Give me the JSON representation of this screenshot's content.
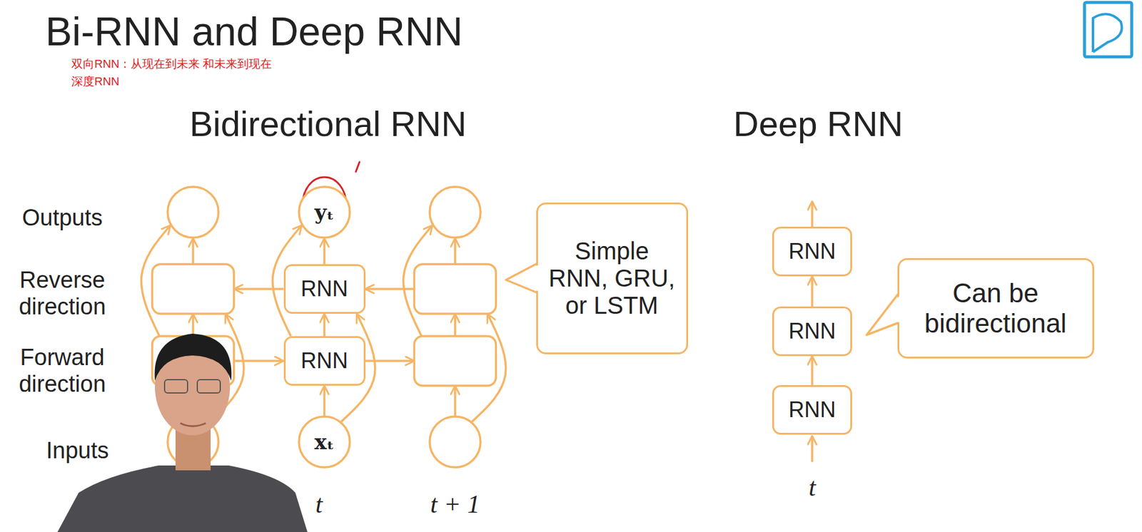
{
  "diagram": {
    "title": "Bi-RNN and Deep RNN",
    "nodes": [
      {
        "text": [
          "yₜ"
        ]
      },
      {
        "text": [
          "RNN"
        ]
      },
      {
        "text": [
          "RNN"
        ]
      },
      {
        "text": [
          "xₜ"
        ]
      },
      {
        "text": [
          "Simple RNN, GRU, or LSTM"
        ]
      },
      {
        "text": [
          "RNN"
        ]
      },
      {
        "text": [
          "RNN"
        ]
      },
      {
        "text": [
          "RNN"
        ]
      },
      {
        "text": [
          "Can be bidirectional"
        ]
      }
    ],
    "edges": [
      {
        "from": 3,
        "to": 2,
        "arrow": "to"
      },
      {
        "from": 3,
        "to": 1,
        "arrow": "to"
      },
      {
        "from": 2,
        "to": 1,
        "arrow": "to"
      },
      {
        "from": 1,
        "to": 0,
        "arrow": "to"
      },
      {
        "from": 2,
        "to": 0,
        "arrow": "to"
      },
      {
        "from": 7,
        "to": 6,
        "arrow": "to"
      },
      {
        "from": 6,
        "to": 5,
        "arrow": "to"
      }
    ],
    "labels": [
      "双向RNN：从现在到未来 和未来到现在",
      "深度RNN",
      "Bidirectional RNN",
      "Deep RNN",
      "Outputs",
      "Reverse direction",
      "Forward direction",
      "Inputs",
      "t",
      "t + 1",
      "t"
    ]
  }
}
